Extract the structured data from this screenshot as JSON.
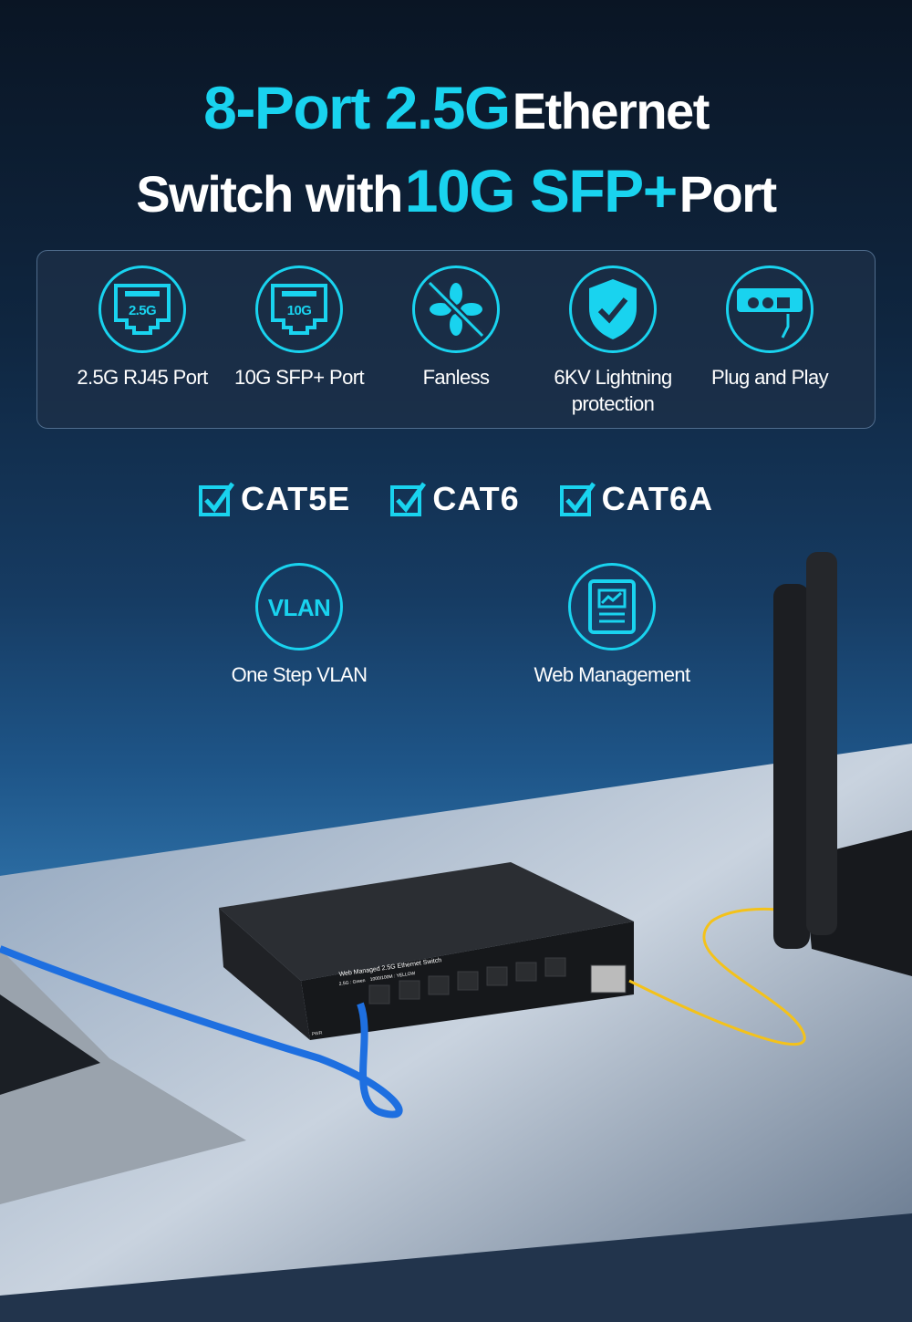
{
  "colors": {
    "accent": "#19d3ef",
    "background": "#0f2640"
  },
  "title": {
    "line1_accent": "8-Port 2.5G",
    "line1_white": "Ethernet",
    "line2_white_a": "Switch with",
    "line2_accent": "10G SFP+",
    "line2_white_b": "Port"
  },
  "features": [
    {
      "icon": "rj45-port-icon",
      "icon_text": "2.5G",
      "label": "2.5G RJ45 Port"
    },
    {
      "icon": "sfp-port-icon",
      "icon_text": "10G",
      "label": "10G SFP+ Port"
    },
    {
      "icon": "no-fan-icon",
      "label": "Fanless"
    },
    {
      "icon": "shield-check-icon",
      "label": "6KV Lightning protection"
    },
    {
      "icon": "switch-plug-icon",
      "label": "Plug and Play"
    }
  ],
  "cable_types": [
    "CAT5E",
    "CAT6",
    "CAT6A"
  ],
  "features2": [
    {
      "icon": "vlan-icon",
      "icon_text": "VLAN",
      "label": "One Step VLAN"
    },
    {
      "icon": "web-management-icon",
      "label": "Web Management"
    }
  ],
  "product": {
    "label": "Web Managed 2.5G Ethernet Switch",
    "led_a": "2.5G : Green",
    "led_b": "1000/100M : YELLOW",
    "pwr": "PWR"
  }
}
